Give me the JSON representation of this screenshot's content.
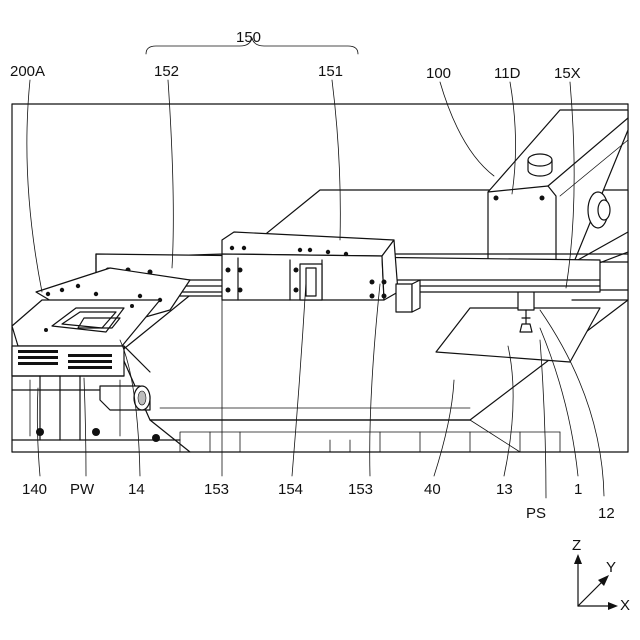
{
  "labels": {
    "ref_150": "150",
    "ref_200A": "200A",
    "ref_152": "152",
    "ref_151": "151",
    "ref_100": "100",
    "ref_11D": "11D",
    "ref_15X": "15X",
    "ref_140": "140",
    "ref_PW": "PW",
    "ref_14": "14",
    "ref_153a": "153",
    "ref_154": "154",
    "ref_153b": "153",
    "ref_40": "40",
    "ref_13": "13",
    "ref_1": "1",
    "ref_12": "12",
    "ref_PS": "PS"
  },
  "axes": {
    "z": "Z",
    "y": "Y",
    "x": "X"
  }
}
